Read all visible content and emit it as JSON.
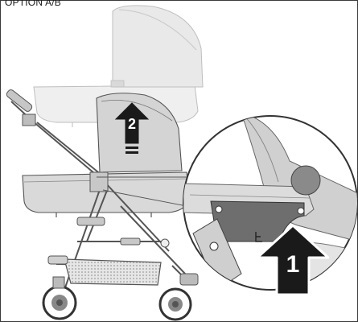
{
  "header": {
    "option_label": "OPTION A/B"
  },
  "steps": [
    {
      "number": "1",
      "action": "press-release-lever"
    },
    {
      "number": "2",
      "action": "lift-carrycot-up"
    }
  ],
  "icons": {
    "magnifier": "detail-zoom-circle",
    "arrow_up": "up-arrow",
    "lock_symbol": "lock-symbol-icon"
  },
  "colors": {
    "outline": "#3a3a3a",
    "carrycot_fill": "#d9d9d9",
    "ghost_fill": "#ececec",
    "arrow_fill": "#1a1a1a",
    "detail_dark": "#6e6e6e",
    "mesh": "#bdbdbd"
  }
}
